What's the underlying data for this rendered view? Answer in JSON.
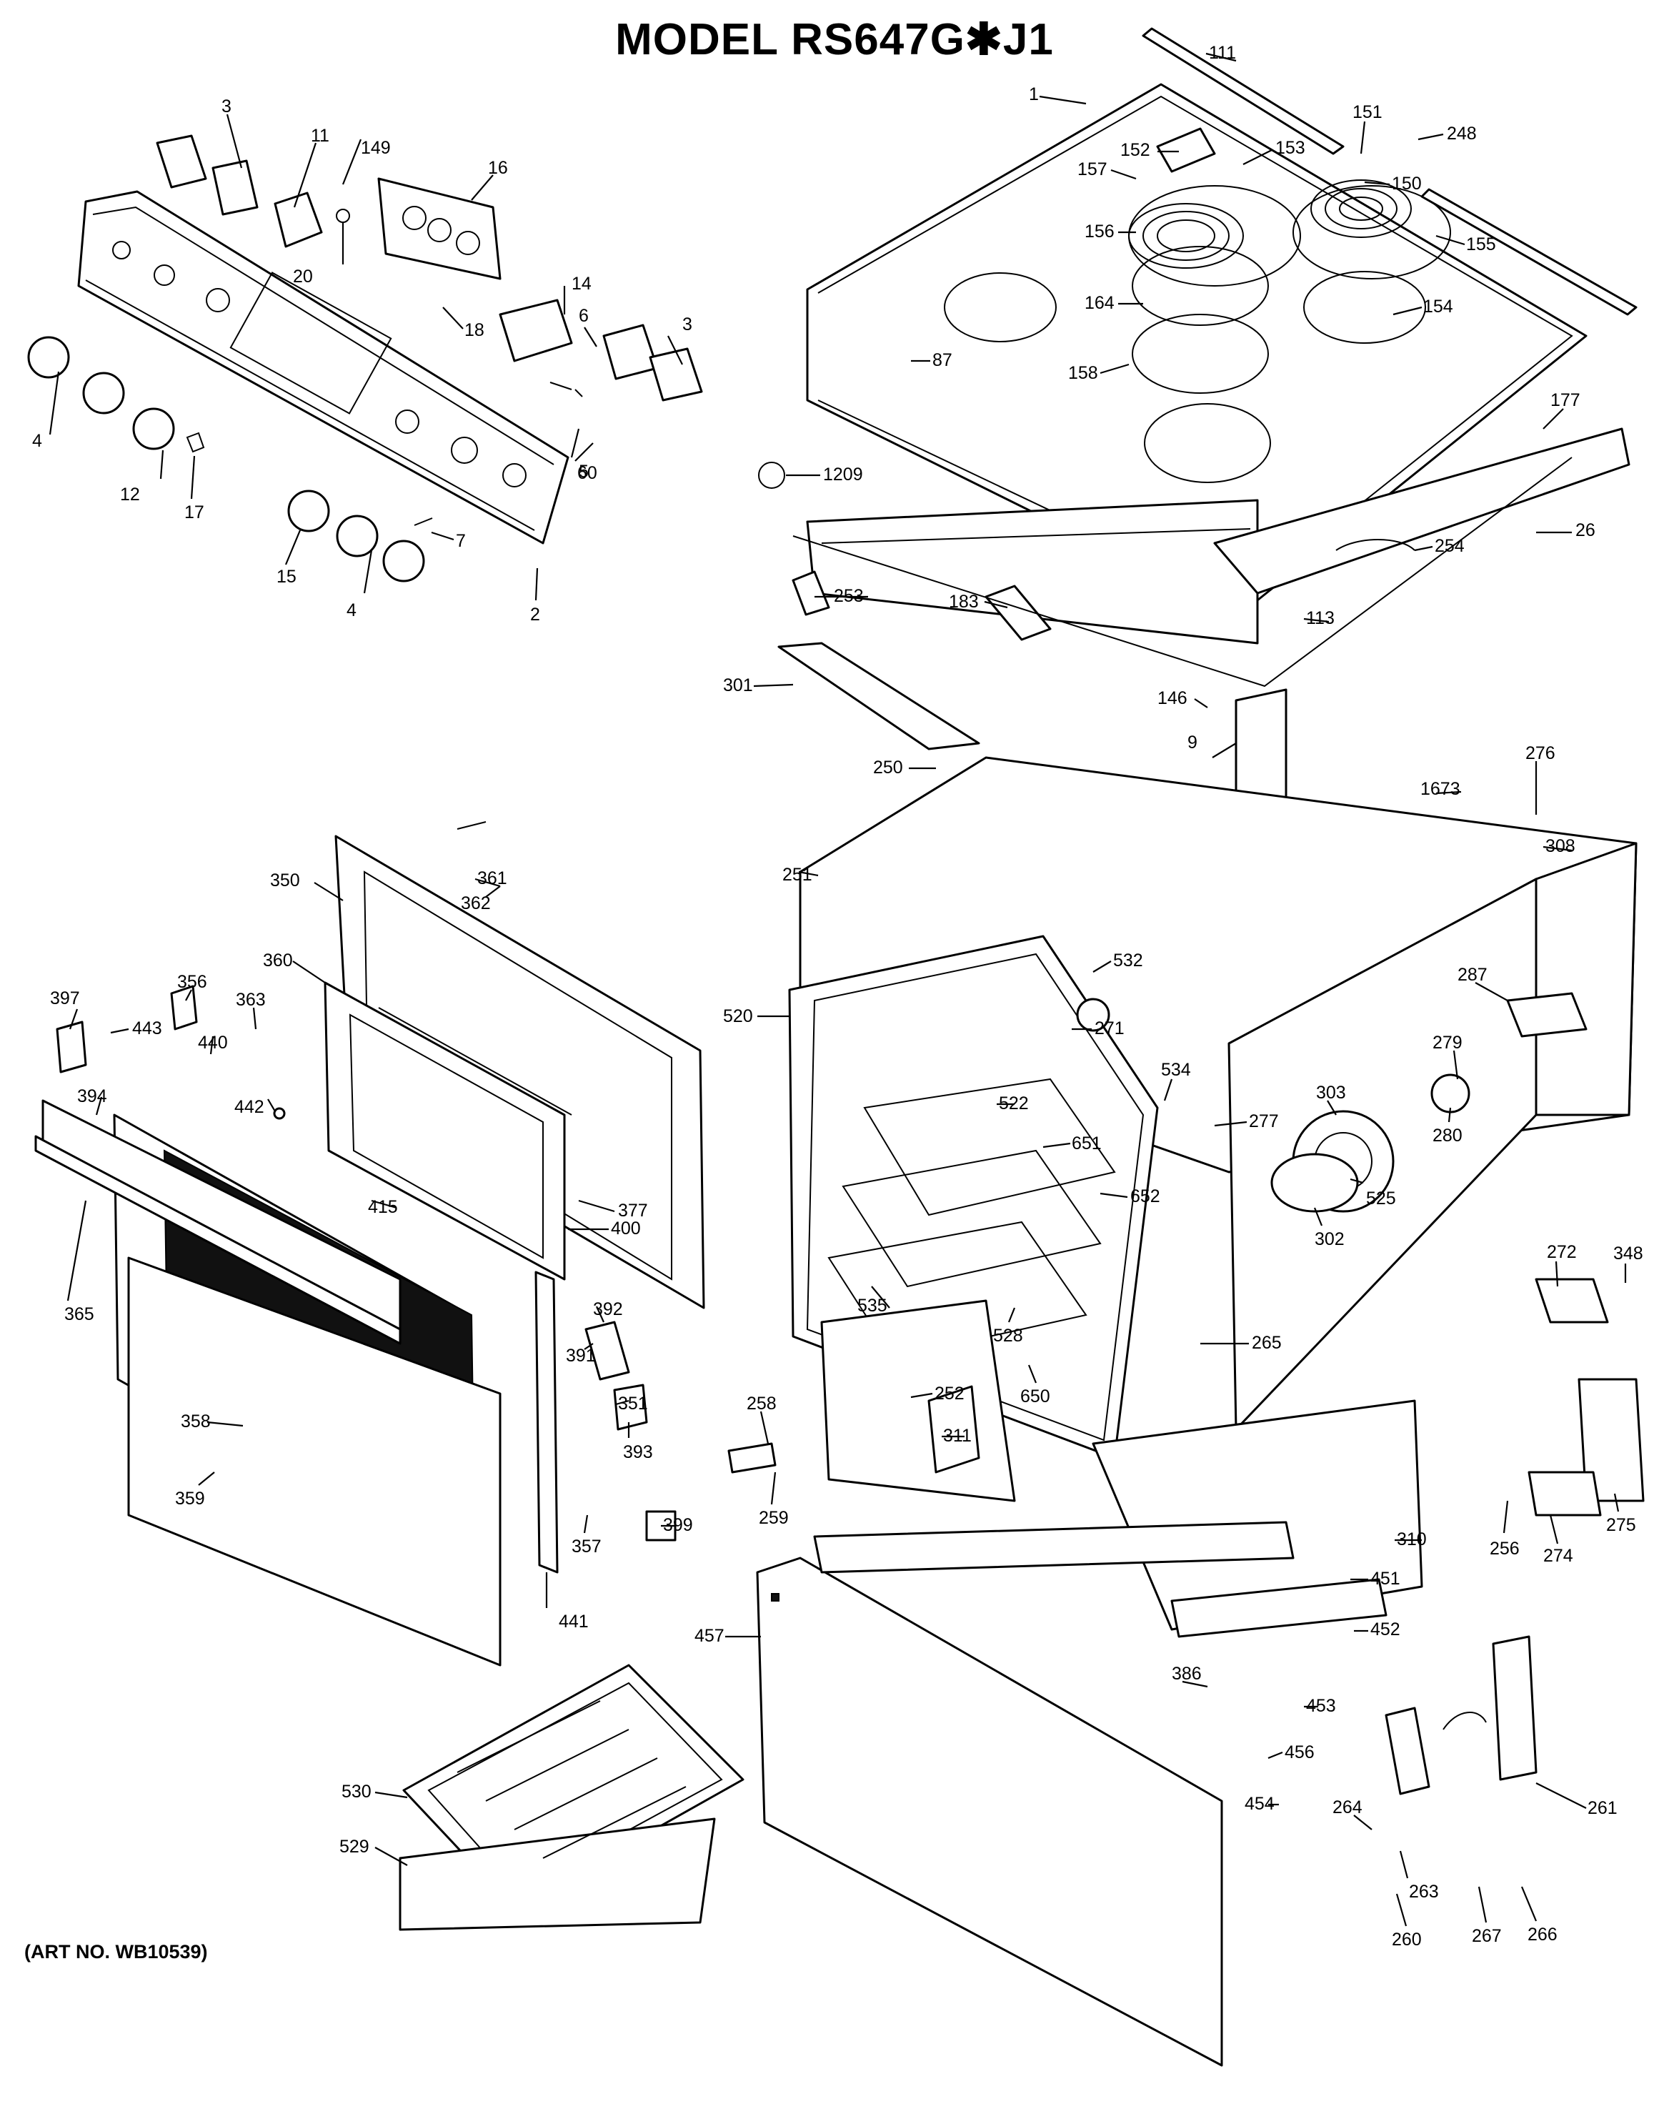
{
  "title": "MODEL RS647G✱J1",
  "art_number": "(ART NO. WB10539)",
  "part_labels": [
    "1",
    "2",
    "3",
    "3",
    "4",
    "4",
    "5",
    "6",
    "7",
    "9",
    "11",
    "12",
    "14",
    "15",
    "16",
    "17",
    "18",
    "20",
    "26",
    "60",
    "87",
    "111",
    "113",
    "146",
    "149",
    "150",
    "151",
    "152",
    "153",
    "154",
    "155",
    "156",
    "157",
    "158",
    "164",
    "177",
    "183",
    "248",
    "250",
    "251",
    "252",
    "253",
    "254",
    "256",
    "258",
    "259",
    "260",
    "261",
    "263",
    "264",
    "265",
    "266",
    "267",
    "271",
    "272",
    "274",
    "275",
    "276",
    "277",
    "279",
    "280",
    "287",
    "301",
    "302",
    "303",
    "308",
    "310",
    "311",
    "348",
    "350",
    "351",
    "356",
    "357",
    "358",
    "359",
    "360",
    "361",
    "362",
    "363",
    "365",
    "377",
    "386",
    "391",
    "392",
    "393",
    "394",
    "397",
    "399",
    "400",
    "415",
    "440",
    "441",
    "442",
    "443",
    "451",
    "452",
    "453",
    "454",
    "456",
    "457",
    "520",
    "522",
    "525",
    "528",
    "529",
    "530",
    "532",
    "534",
    "535",
    "650",
    "651",
    "652",
    "1209",
    "1673"
  ]
}
